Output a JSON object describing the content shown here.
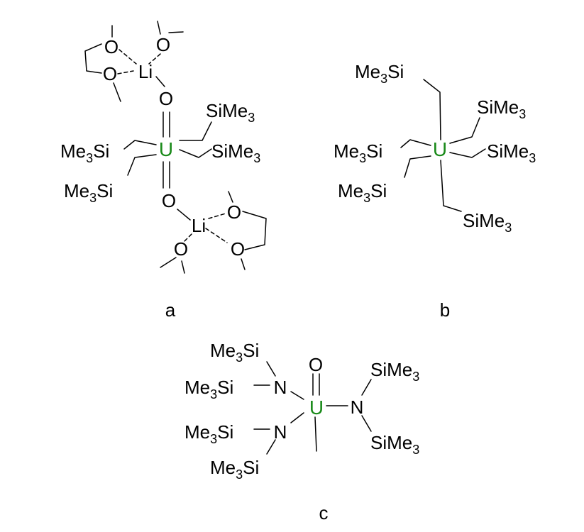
{
  "colors": {
    "uranium": "#1a8a1a",
    "bond": "#000000",
    "background": "#ffffff"
  },
  "a": {
    "caption": "a",
    "U": "U",
    "O_top": "O",
    "O_bottom": "O",
    "Li_top": "Li",
    "Li_bottom": "Li",
    "ether_O1": "O",
    "ether_O2": "O",
    "ether_O3": "O",
    "ether_O4": "O",
    "ether_O5": "O",
    "ether_O6": "O",
    "sub_upper_right": {
      "main": "SiMe",
      "sub": "3"
    },
    "sub_right": {
      "main": "SiMe",
      "sub": "3"
    },
    "sub_left": {
      "main": "Me",
      "sub": "3",
      "tail": "Si"
    },
    "sub_lower_left": {
      "main": "Me",
      "sub": "3",
      "tail": "Si"
    }
  },
  "b": {
    "caption": "b",
    "U": "U",
    "sub_top_left": {
      "main": "Me",
      "sub": "3",
      "tail": "Si"
    },
    "sub_upper_right": {
      "main": "SiMe",
      "sub": "3"
    },
    "sub_right": {
      "main": "SiMe",
      "sub": "3"
    },
    "sub_left": {
      "main": "Me",
      "sub": "3",
      "tail": "Si"
    },
    "sub_lower_left": {
      "main": "Me",
      "sub": "3",
      "tail": "Si"
    },
    "sub_bottom": {
      "main": "SiMe",
      "sub": "3"
    }
  },
  "c": {
    "caption": "c",
    "U": "U",
    "O": "O",
    "N_upper": "N",
    "N_lower": "N",
    "N_right": "N",
    "sub_1": {
      "main": "Me",
      "sub": "3",
      "tail": "Si"
    },
    "sub_2": {
      "main": "Me",
      "sub": "3",
      "tail": "Si"
    },
    "sub_3": {
      "main": "Me",
      "sub": "3",
      "tail": "Si"
    },
    "sub_4": {
      "main": "Me",
      "sub": "3",
      "tail": "Si"
    },
    "sub_5": {
      "main": "SiMe",
      "sub": "3"
    },
    "sub_6": {
      "main": "SiMe",
      "sub": "3"
    }
  }
}
